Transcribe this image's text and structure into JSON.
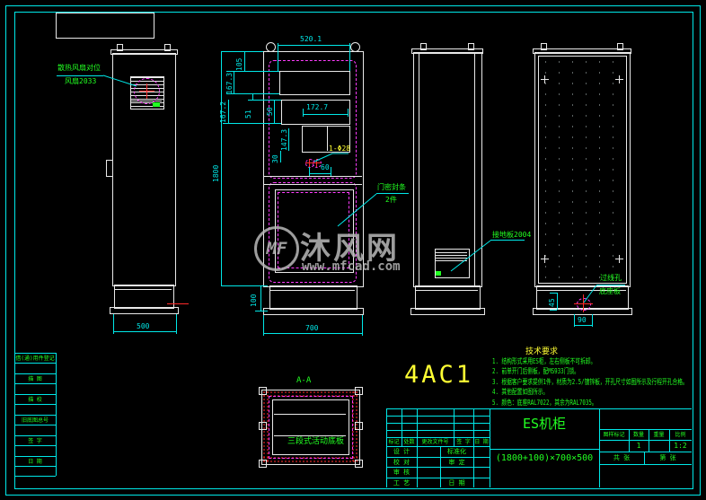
{
  "drawing": {
    "code": "4AC1",
    "section_label": "A-A",
    "colors": {
      "frame": "#00e8e8",
      "geometry": "#e9e9e9",
      "annotation": "#22ff22",
      "callout": "#ffff33",
      "seal": "#ff3cff",
      "mark": "#ff2a2a"
    }
  },
  "watermark": {
    "logo_text": "MF",
    "site_name": "沐风网",
    "site_url": "www.mfcad.com"
  },
  "annotations": {
    "fan_note_line1": "散热风扇对位",
    "fan_note_line2": "风扇2033",
    "seal_note_line1": "门密封条",
    "seal_note_line2": "2件",
    "gland_note": "接地板2004",
    "hole_note_line1": "过线孔",
    "hole_note_line2": "底座板",
    "hole_callout": "1-Φ28",
    "section_caption": "三段式活动底板"
  },
  "dimensions": {
    "top_width": "520.1",
    "h105": "105",
    "h167_3": "167.3",
    "h167_2": "167.2",
    "h51": "51",
    "h50": "50",
    "w172_7": "172.7",
    "h147_3": "147.3",
    "h30": "30",
    "w60": "60",
    "height": "1800",
    "plinth": "100",
    "bottom_width": "700",
    "side_width": "500",
    "rear_v": "45",
    "rear_h": "90"
  },
  "notes": {
    "title": "技术要求",
    "items": [
      "1. 结构形式采用ES柜，左右侧板不可拆卸。",
      "2. 前单开门后侧板，配MS933门锁。",
      "3. 根据客户要求提供1件，材质为2.5/镀锌板，开孔尺寸如图所示及行程开孔合格。",
      "4. 其他配置如图所示。",
      "5. 颜色：底座RAL7022，其余为RAL7035。"
    ]
  },
  "title_block": {
    "product_name": "ES机柜",
    "product_size": "(1800+100)×700×500",
    "rev_header": [
      "标记",
      "处数",
      "更改文件号",
      "签 字",
      "日 期"
    ],
    "sign_rows": [
      {
        "left": "设 计",
        "right": "标准化"
      },
      {
        "left": "校 对",
        "right": "审 定"
      },
      {
        "left": "审 核",
        "right": ""
      },
      {
        "left": "工 艺",
        "right": "日 期"
      }
    ],
    "info_header": [
      "图样标记",
      "数量",
      "重量",
      "比例"
    ],
    "info_values": [
      "",
      "1",
      "",
      "1:2"
    ],
    "sheet_left": "共  张",
    "sheet_right": "第  张"
  },
  "margin_strip": {
    "items": [
      "借(通)用件登记",
      "描 图",
      "描 校",
      "旧底图总号",
      "签 字",
      "日 期"
    ]
  }
}
